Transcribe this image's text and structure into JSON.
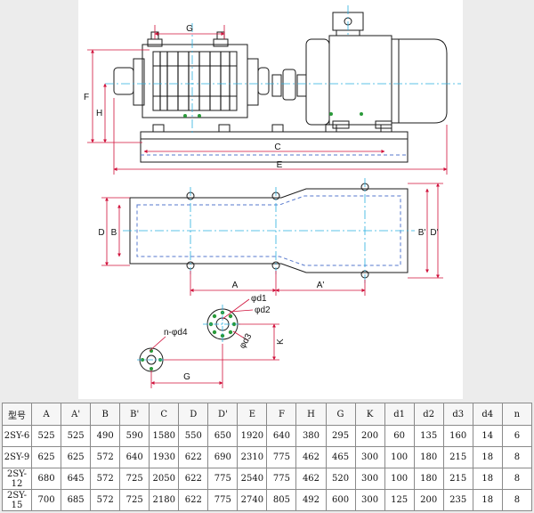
{
  "drawing": {
    "labels": {
      "G_top": "G",
      "C": "C",
      "E": "E",
      "F": "F",
      "H": "H",
      "D": "D",
      "B": "B",
      "B_prime": "B'",
      "D_prime": "D'",
      "A": "A",
      "A_prime": "A'",
      "d1": "φd1",
      "d2": "φd2",
      "d3": "φd3",
      "K": "K",
      "n_d4": "n-φd4",
      "G_bottom": "G"
    },
    "colors": {
      "line": "#1a1a1a",
      "dimension": "#d0103a",
      "center": "#2ab0e0",
      "detail": "#2a9a3a",
      "dashed": "#5577cc"
    }
  },
  "table": {
    "headers": [
      "型号",
      "A",
      "A'",
      "B",
      "B'",
      "C",
      "D",
      "D'",
      "E",
      "F",
      "H",
      "G",
      "K",
      "d1",
      "d2",
      "d3",
      "d4",
      "n"
    ],
    "rows": [
      [
        "2SY-6",
        "525",
        "525",
        "490",
        "590",
        "1580",
        "550",
        "650",
        "1920",
        "640",
        "380",
        "295",
        "200",
        "60",
        "135",
        "160",
        "14",
        "6"
      ],
      [
        "2SY-9",
        "625",
        "625",
        "572",
        "640",
        "1930",
        "622",
        "690",
        "2310",
        "775",
        "462",
        "465",
        "300",
        "100",
        "180",
        "215",
        "18",
        "8"
      ],
      [
        "2SY-12",
        "680",
        "645",
        "572",
        "725",
        "2050",
        "622",
        "775",
        "2540",
        "775",
        "462",
        "520",
        "300",
        "100",
        "180",
        "215",
        "18",
        "8"
      ],
      [
        "2SY-15",
        "700",
        "685",
        "572",
        "725",
        "2180",
        "622",
        "775",
        "2740",
        "805",
        "492",
        "600",
        "300",
        "125",
        "200",
        "235",
        "18",
        "8"
      ]
    ]
  }
}
